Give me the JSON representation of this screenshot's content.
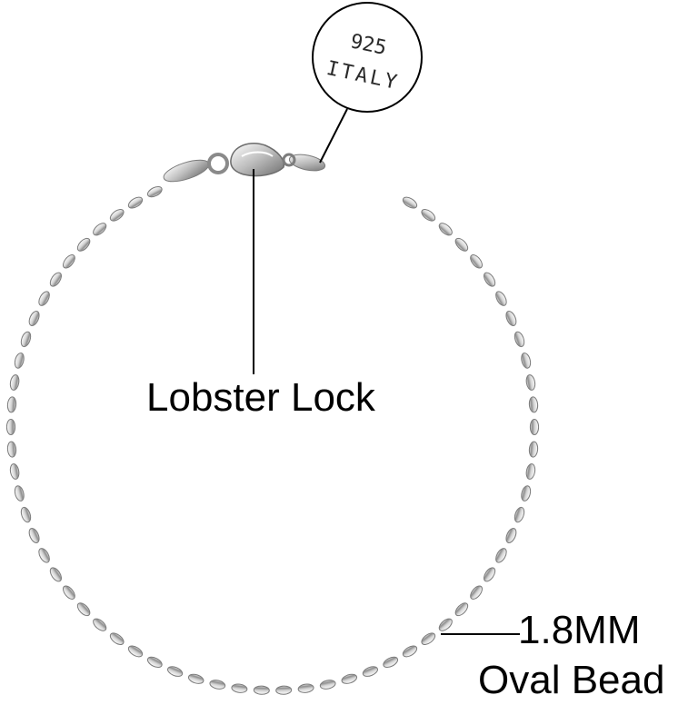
{
  "product": {
    "callouts": {
      "clasp_label": "Lobster Lock",
      "bead_size_label": "1.8MM",
      "bead_type_label": "Oval Bead"
    },
    "stamp": {
      "line1": "925",
      "line2": "ITALY"
    },
    "colors": {
      "background": "#ffffff",
      "silver_dark": "#8c8c8c",
      "silver_light": "#f4f4f4",
      "line": "#000000"
    }
  }
}
